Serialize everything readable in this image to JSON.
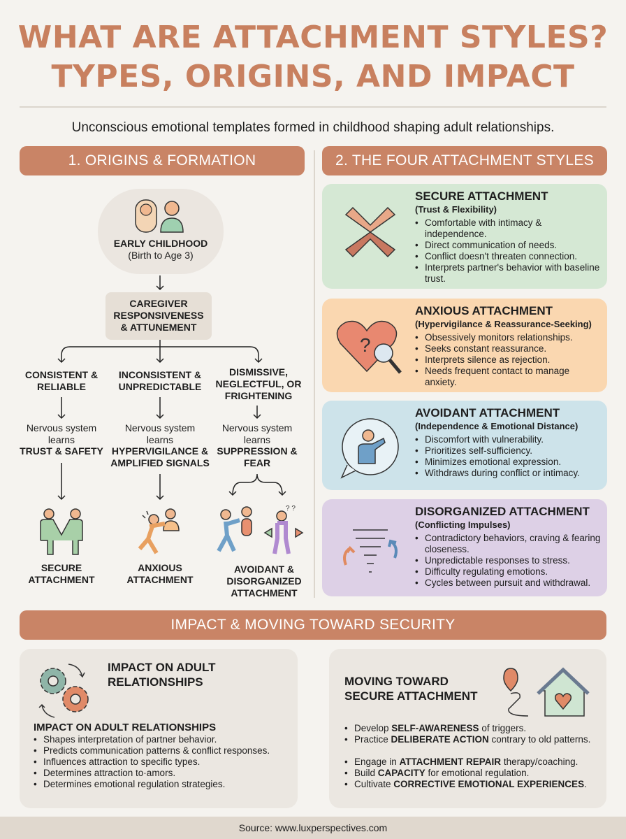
{
  "title": {
    "line1": "WHAT ARE ATTACHMENT STYLES?",
    "line2": "TYPES, ORIGINS, AND IMPACT"
  },
  "subtitle": "Unconscious emotional templates formed in childhood shaping adult relationships.",
  "colors": {
    "accent": "#c98466",
    "title": "#c8805f",
    "secure": "#d5e8d4",
    "anxious": "#fad7b0",
    "avoidant": "#cde3ea",
    "disorganized": "#ddd0e6",
    "background": "#f5f3ef"
  },
  "origins": {
    "header": "1. ORIGINS & FORMATION",
    "cloud_title": "EARLY CHILDHOOD",
    "cloud_sub": "(Birth to Age 3)",
    "caregiver": "CAREGIVER RESPONSIVENESS & ATTUNEMENT",
    "branches": [
      {
        "condition": "CONSISTENT & RELIABLE",
        "learns": "Nervous system learns",
        "lesson": "TRUST & SAFETY",
        "outcome": "SECURE ATTACHMENT"
      },
      {
        "condition": "INCONSISTENT & UNPREDICTABLE",
        "learns": "Nervous system learns",
        "lesson": "HYPERVIGILANCE & AMPLIFIED SIGNALS",
        "outcome": "ANXIOUS ATTACHMENT"
      },
      {
        "condition": "DISMISSIVE, NEGLECTFUL, OR FRIGHTENING",
        "learns": "Nervous system learns",
        "lesson": "SUPPRESSION & FEAR",
        "outcome": "AVOIDANT & DISORGANIZED ATTACHMENT"
      }
    ]
  },
  "styles": {
    "header": "2. THE FOUR ATTACHMENT STYLES",
    "items": [
      {
        "title": "SECURE ATTACHMENT",
        "sub": "(Trust & Flexibility)",
        "icon": "hands-together-icon",
        "bullets": [
          "Comfortable with intimacy & independence.",
          "Direct communication of needs.",
          "Conflict doesn't threaten connection.",
          "Interprets partner's behavior with baseline trust."
        ]
      },
      {
        "title": "ANXIOUS ATTACHMENT",
        "sub": "(Hypervigilance & Reassurance-Seeking)",
        "icon": "heart-magnifier-icon",
        "bullets": [
          "Obsessively monitors relationships.",
          "Seeks constant reassurance.",
          "Interprets silence as rejection.",
          "Needs frequent contact to manage anxiety."
        ]
      },
      {
        "title": "AVOIDANT ATTACHMENT",
        "sub": "(Independence & Emotional Distance)",
        "icon": "person-stop-bubble-icon",
        "bullets": [
          "Discomfort with vulnerability.",
          "Prioritizes self-sufficiency.",
          "Minimizes emotional expression.",
          "Withdraws during conflict or intimacy."
        ]
      },
      {
        "title": "DISORGANIZED ATTACHMENT",
        "sub": "(Conflicting Impulses)",
        "icon": "tornado-icon",
        "bullets": [
          "Contradictory behaviors, craving & fearing closeness.",
          "Unpredictable responses to stress.",
          "Difficulty regulating emotions.",
          "Cycles between pursuit and withdrawal."
        ]
      }
    ]
  },
  "impact": {
    "header": "IMPACT & MOVING TOWARD SECURITY",
    "left": {
      "title": "IMPACT ON ADULT RELATIONSHIPS",
      "subtitle": "IMPACT ON ADULT RELATIONSHIPS",
      "bullets": [
        "Shapes interpretation of partner behavior.",
        "Predicts communication patterns & conflict responses.",
        "Influences attraction to specific types.",
        "Determines attraction to·amors.",
        "Determines emotional regulation strategies."
      ]
    },
    "right": {
      "title": "MOVING TOWARD SECURE ATTACHMENT",
      "bullets": [
        {
          "pre": "Develop ",
          "bold": "SELF-AWARENESS",
          "post": " of triggers."
        },
        {
          "pre": "Practice ",
          "bold": "DELIBERATE ACTION",
          "post": " contrary to old patterns."
        },
        {
          "pre": "Engage in ",
          "bold": "ATTACHMENT REPAIR",
          "post": " therapy/coaching."
        },
        {
          "pre": "Build ",
          "bold": "CAPACITY",
          "post": " for emotional regulation."
        },
        {
          "pre": "Cultivate ",
          "bold": "CORRECTIVE EMOTIONAL EXPERIENCES",
          "post": "."
        }
      ]
    }
  },
  "footer": "Source: www.luxperspectives.com"
}
